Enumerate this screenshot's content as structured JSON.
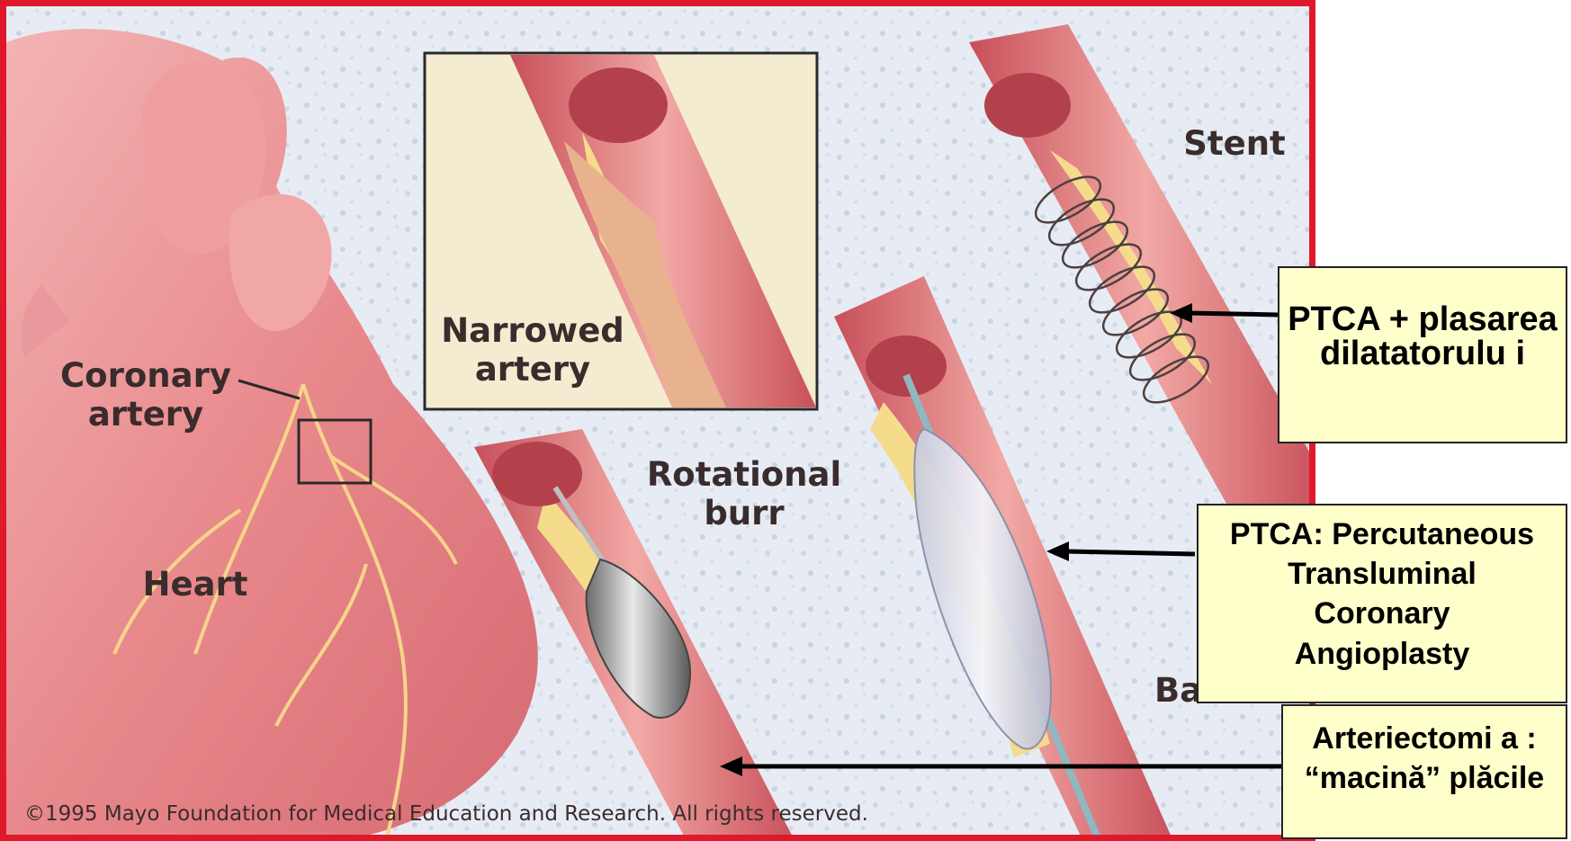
{
  "labels": {
    "coronary_artery": "Coronary\nartery",
    "heart": "Heart",
    "narrowed_artery": "Narrowed\nartery",
    "rotational_burr": "Rotational\nburr",
    "stent": "Stent",
    "balloon_partial": "Ba"
  },
  "callouts": {
    "stent": "PTCA + plasarea dilatatorulu i",
    "balloon": "PTCA: Percutaneous Transluminal Coronary Angioplasty",
    "burr": "Arteriectomi a : “macină” plăcile"
  },
  "copyright": "©1995 Mayo Foundation for Medical Education and Research. All rights reserved.",
  "colors": {
    "frame_border": "#e0182c",
    "callout_fill": "#ffffcc",
    "heart": "#e58a8d",
    "plaque": "#f2dc8a"
  }
}
